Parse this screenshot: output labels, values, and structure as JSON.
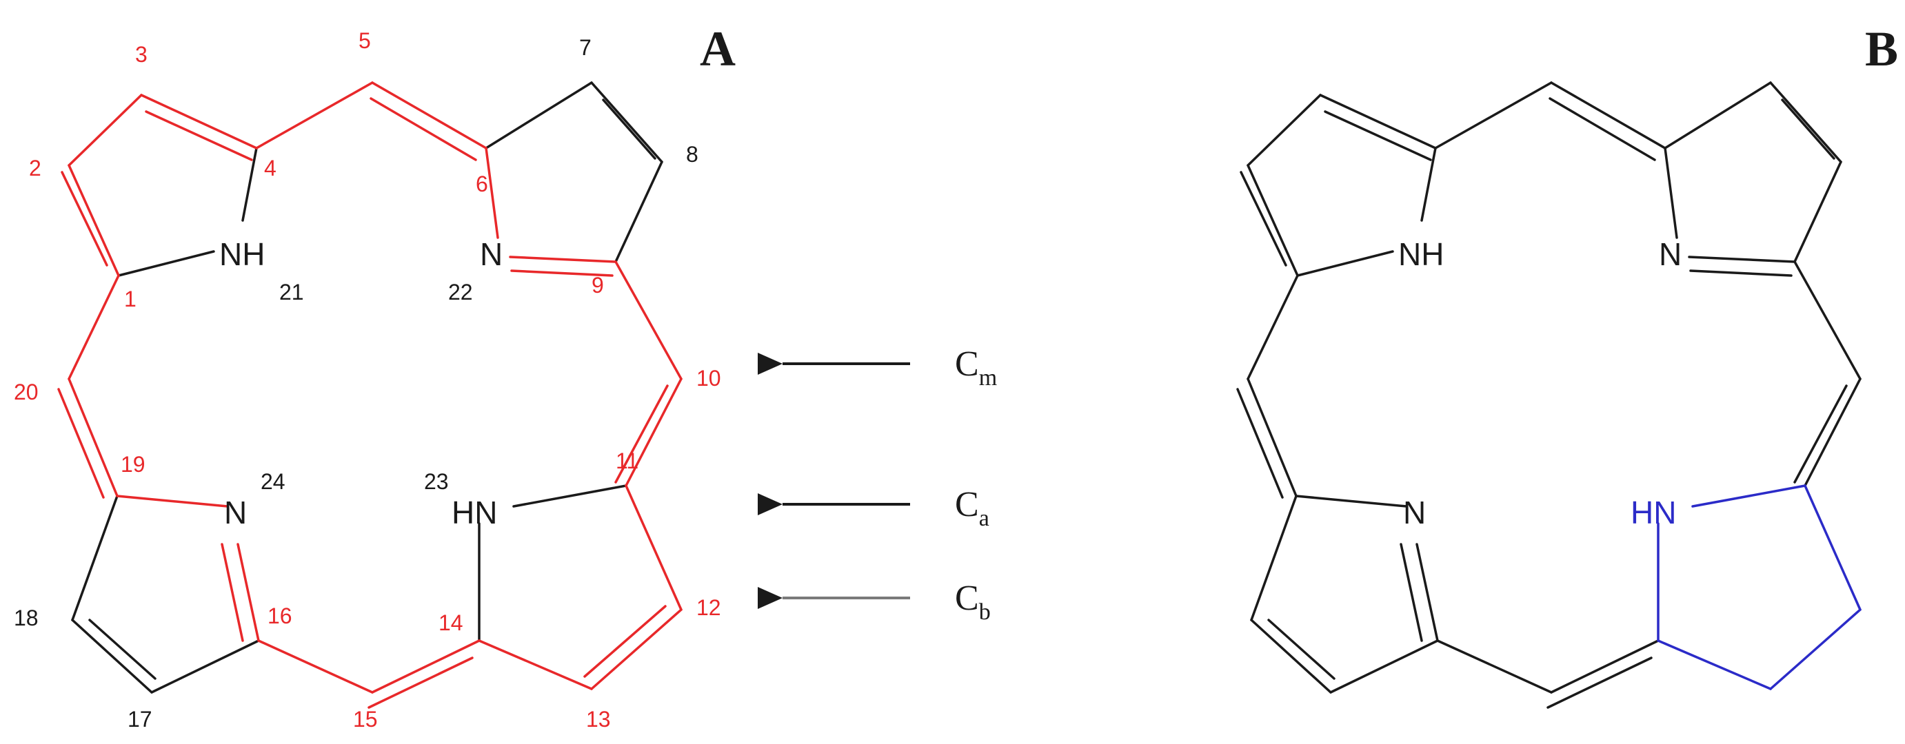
{
  "colors": {
    "black": "#1a1a1a",
    "red": "#e8282a",
    "blue": "#2b2bc8",
    "gray": "#7a7a7a"
  },
  "panel_a": {
    "label": "A",
    "atoms": {
      "nh21": "NH",
      "n22": "N",
      "hn23": "HN",
      "n24": "N"
    },
    "numbers": [
      "1",
      "2",
      "3",
      "4",
      "5",
      "6",
      "7",
      "8",
      "9",
      "10",
      "11",
      "12",
      "13",
      "14",
      "15",
      "16",
      "17",
      "18",
      "19",
      "20",
      "21",
      "22",
      "23",
      "24"
    ]
  },
  "legend": {
    "cm": {
      "main": "C",
      "sub": "m"
    },
    "ca": {
      "main": "C",
      "sub": "a"
    },
    "cb": {
      "main": "C",
      "sub": "b"
    }
  },
  "panel_b": {
    "label": "B",
    "atoms": {
      "nh": "NH",
      "n_top_right": "N",
      "n_bottom_left": "N",
      "hn": "HN"
    }
  }
}
